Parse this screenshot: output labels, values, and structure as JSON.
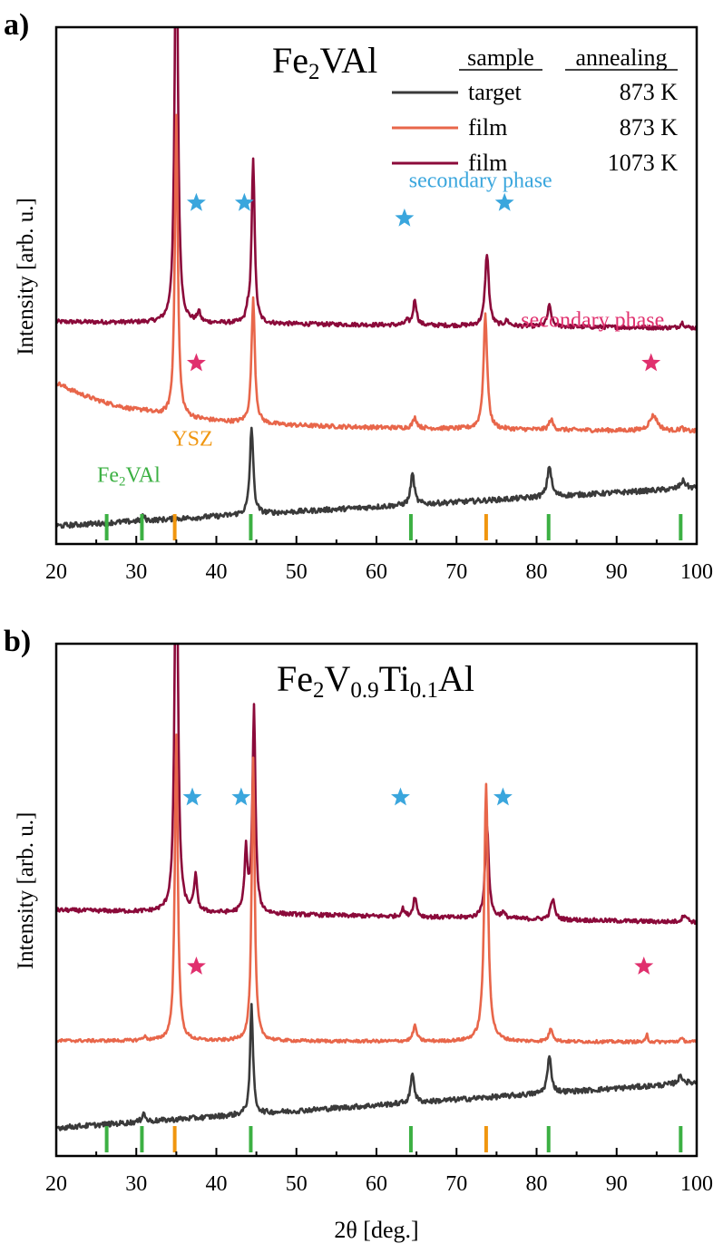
{
  "colors": {
    "target": "#3a3a3a",
    "film_873": "#e8664a",
    "film_1073": "#8b0a3a",
    "star_blue": "#3aa6dd",
    "star_pink": "#e0306e",
    "ref_green": "#3cb043",
    "ref_orange": "#f0960f",
    "label_blue": "#3aa6dd",
    "label_pink": "#e0306e",
    "label_green": "#3cb043",
    "label_orange": "#f0960f"
  },
  "chart_data": [
    {
      "type": "line",
      "panel_label": "a)",
      "title_parts": [
        "Fe",
        "2",
        "VAl"
      ],
      "xlabel": "",
      "ylabel": "Intensity [arb. u.]",
      "xlim": [
        20,
        100
      ],
      "xticks": [
        20,
        30,
        40,
        50,
        60,
        70,
        80,
        90,
        100
      ],
      "legend": {
        "headers": [
          "sample",
          "annealing"
        ],
        "entries": [
          {
            "sample": "target",
            "annealing": "873 K",
            "series": "target"
          },
          {
            "sample": "film",
            "annealing": "873 K",
            "series": "film_873"
          },
          {
            "sample": "film",
            "annealing": "1073 K",
            "series": "film_1073"
          }
        ]
      },
      "series": [
        {
          "key": "film_1073",
          "offset": 0.43,
          "slope": -0.00015,
          "noise": 0.004,
          "peaks": [
            [
              35.0,
              0.9,
              0.22
            ],
            [
              37.8,
              0.02,
              0.22
            ],
            [
              43.9,
              0.02,
              0.2
            ],
            [
              44.6,
              0.32,
              0.22
            ],
            [
              63.8,
              0.008,
              0.25
            ],
            [
              64.8,
              0.05,
              0.25
            ],
            [
              73.8,
              0.14,
              0.28
            ],
            [
              76.3,
              0.01,
              0.3
            ],
            [
              81.6,
              0.04,
              0.28
            ],
            [
              98.2,
              0.01,
              0.3
            ]
          ]
        },
        {
          "key": "film_873",
          "offset": 0.23,
          "slope": -0.00015,
          "noise": 0.004,
          "decay": [
            0.05,
            25,
            10
          ],
          "peaks": [
            [
              35.0,
              0.58,
              0.22
            ],
            [
              31.0,
              0.005,
              0.3
            ],
            [
              44.6,
              0.24,
              0.25
            ],
            [
              64.8,
              0.02,
              0.3
            ],
            [
              73.6,
              0.22,
              0.28
            ],
            [
              81.8,
              0.02,
              0.3
            ],
            [
              94.6,
              0.03,
              0.6
            ],
            [
              98.1,
              0.006,
              0.3
            ]
          ]
        },
        {
          "key": "target",
          "offset": 0.035,
          "slope": 0.00092,
          "noise": 0.005,
          "peaks": [
            [
              30.9,
              0.01,
              0.2
            ],
            [
              44.4,
              0.17,
              0.25
            ],
            [
              64.5,
              0.06,
              0.28
            ],
            [
              81.6,
              0.06,
              0.3
            ],
            [
              98.3,
              0.015,
              0.4
            ]
          ]
        }
      ],
      "stars": [
        {
          "x": 37.5,
          "y": 0.66,
          "color": "star_blue"
        },
        {
          "x": 43.5,
          "y": 0.66,
          "color": "star_blue"
        },
        {
          "x": 63.5,
          "y": 0.63,
          "color": "star_blue"
        },
        {
          "x": 76.0,
          "y": 0.66,
          "color": "star_blue"
        },
        {
          "x": 37.5,
          "y": 0.35,
          "color": "star_pink"
        },
        {
          "x": 94.3,
          "y": 0.35,
          "color": "star_pink"
        }
      ],
      "annotations": [
        {
          "text": "secondary phase",
          "x": 73.0,
          "y": 0.69,
          "color": "label_blue"
        },
        {
          "text": "secondary phase",
          "x": 87.0,
          "y": 0.42,
          "color": "label_pink"
        },
        {
          "text": "YSZ",
          "x": 37.0,
          "y": 0.19,
          "color": "label_orange"
        }
      ],
      "ref_label": {
        "parts": [
          "Fe",
          "2",
          "VAl"
        ],
        "x": 28.5,
        "y": 0.12,
        "color": "label_green"
      },
      "ref_lines": [
        {
          "x": 26.3,
          "color": "ref_green"
        },
        {
          "x": 30.7,
          "color": "ref_green"
        },
        {
          "x": 34.8,
          "color": "ref_orange"
        },
        {
          "x": 44.3,
          "color": "ref_green"
        },
        {
          "x": 64.3,
          "color": "ref_green"
        },
        {
          "x": 73.7,
          "color": "ref_orange"
        },
        {
          "x": 81.5,
          "color": "ref_green"
        },
        {
          "x": 98.0,
          "color": "ref_green"
        }
      ]
    },
    {
      "type": "line",
      "panel_label": "b)",
      "title_parts": [
        "Fe",
        "2",
        "V",
        "0.9",
        "Ti",
        "0.1",
        "Al"
      ],
      "xlabel": "2θ [deg.]",
      "ylabel": "Intensity [arb. u.]",
      "xlim": [
        20,
        100
      ],
      "xticks": [
        20,
        30,
        40,
        50,
        60,
        70,
        80,
        90,
        100
      ],
      "series": [
        {
          "key": "film_1073",
          "offset": 0.48,
          "slope": -0.0003,
          "noise": 0.004,
          "peaks": [
            [
              35.0,
              0.9,
              0.22
            ],
            [
              37.4,
              0.07,
              0.22
            ],
            [
              43.7,
              0.12,
              0.22
            ],
            [
              44.7,
              0.4,
              0.22
            ],
            [
              63.3,
              0.015,
              0.25
            ],
            [
              64.8,
              0.04,
              0.25
            ],
            [
              73.8,
              0.18,
              0.28
            ],
            [
              75.8,
              0.01,
              0.3
            ],
            [
              82.0,
              0.04,
              0.3
            ],
            [
              98.5,
              0.015,
              0.35
            ]
          ]
        },
        {
          "key": "film_873",
          "offset": 0.225,
          "slope": -3e-05,
          "noise": 0.003,
          "peaks": [
            [
              35.0,
              0.6,
              0.22
            ],
            [
              31.0,
              0.007,
              0.3
            ],
            [
              44.6,
              0.55,
              0.22
            ],
            [
              64.8,
              0.03,
              0.28
            ],
            [
              73.7,
              0.5,
              0.28
            ],
            [
              81.8,
              0.025,
              0.3
            ],
            [
              93.8,
              0.015,
              0.12
            ],
            [
              98.1,
              0.006,
              0.3
            ]
          ]
        },
        {
          "key": "target",
          "offset": 0.055,
          "slope": 0.0011,
          "noise": 0.005,
          "peaks": [
            [
              30.9,
              0.02,
              0.2
            ],
            [
              44.4,
              0.21,
              0.22
            ],
            [
              64.5,
              0.06,
              0.25
            ],
            [
              81.6,
              0.07,
              0.3
            ],
            [
              98.0,
              0.015,
              0.4
            ]
          ]
        }
      ],
      "stars": [
        {
          "x": 37.0,
          "y": 0.7,
          "color": "star_blue"
        },
        {
          "x": 43.1,
          "y": 0.7,
          "color": "star_blue"
        },
        {
          "x": 63.0,
          "y": 0.7,
          "color": "star_blue"
        },
        {
          "x": 75.8,
          "y": 0.7,
          "color": "star_blue"
        },
        {
          "x": 37.5,
          "y": 0.37,
          "color": "star_pink"
        },
        {
          "x": 93.4,
          "y": 0.37,
          "color": "star_pink"
        }
      ],
      "annotations": [],
      "ref_lines": [
        {
          "x": 26.3,
          "color": "ref_green"
        },
        {
          "x": 30.7,
          "color": "ref_green"
        },
        {
          "x": 34.8,
          "color": "ref_orange"
        },
        {
          "x": 44.3,
          "color": "ref_green"
        },
        {
          "x": 64.3,
          "color": "ref_green"
        },
        {
          "x": 73.7,
          "color": "ref_orange"
        },
        {
          "x": 81.5,
          "color": "ref_green"
        },
        {
          "x": 98.0,
          "color": "ref_green"
        }
      ]
    }
  ]
}
